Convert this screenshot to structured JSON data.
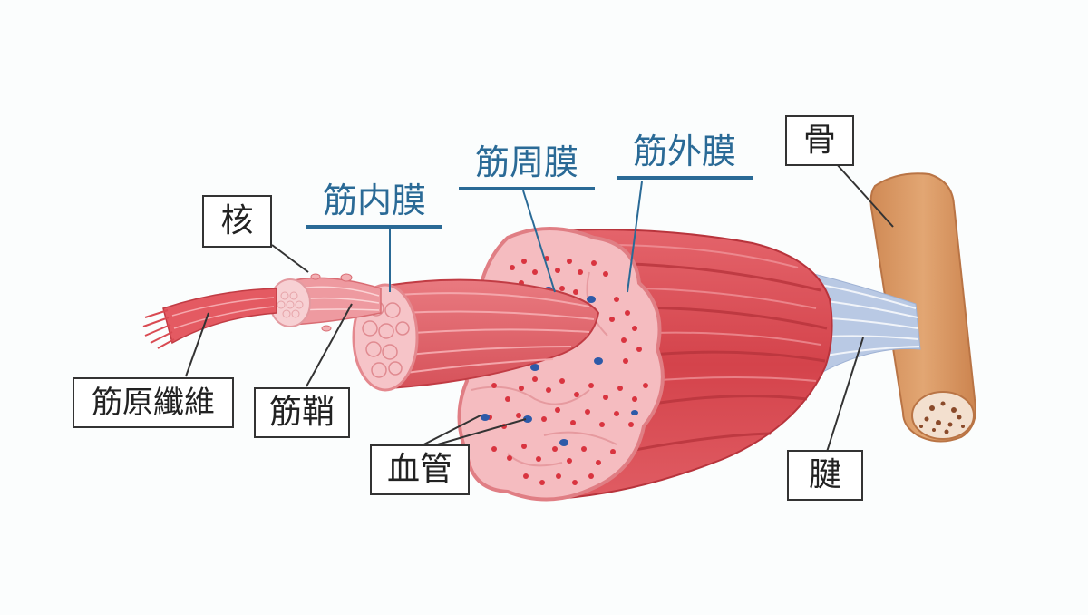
{
  "labels": {
    "nucleus": "核",
    "endomysium": "筋内膜",
    "perimysium": "筋周膜",
    "epimysium": "筋外膜",
    "bone": "骨",
    "myofibril": "筋原纖維",
    "sarcolemma": "筋鞘",
    "blood_vessel": "血管",
    "tendon": "腱"
  },
  "colors": {
    "background": "#fbfdfd",
    "muscle_red": "#d94a52",
    "muscle_light": "#f2a0a4",
    "section_pink": "#f5bcc0",
    "bone_tan": "#d9925a",
    "tendon_blue": "#b9c9e4",
    "label_blue": "#2a6a96",
    "vessel_blue": "#2d5aa8"
  }
}
